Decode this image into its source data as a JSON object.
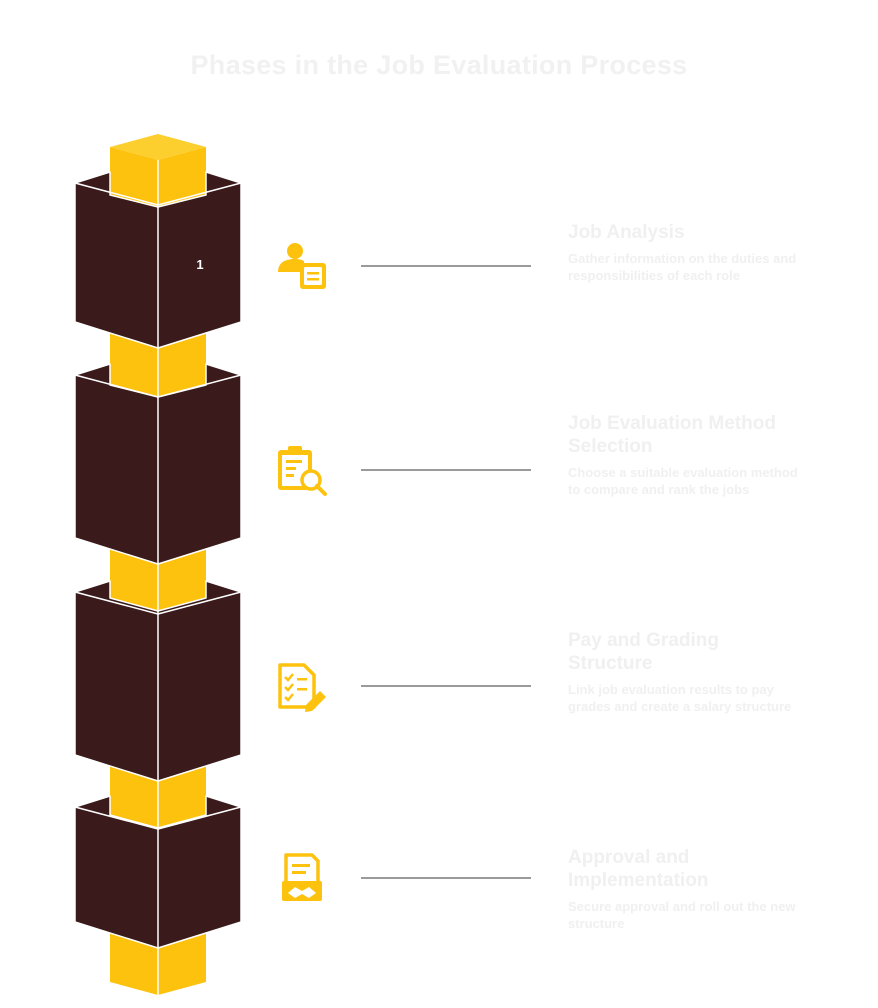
{
  "title": "Phases in the Job Evaluation Process",
  "colors": {
    "box_dark": "#3a1a1b",
    "block_yellow": "#fdc20e",
    "block_yellow_top": "#fdcf2e",
    "icon": "#fdc20e",
    "connector": "#9a9a9a"
  },
  "steps": [
    {
      "number": "1",
      "icon": "user-document-icon",
      "title": "Job Analysis",
      "description": "Gather information on the duties and responsibilities of each role"
    },
    {
      "number": "",
      "icon": "clipboard-search-icon",
      "title": "Job Evaluation Method Selection",
      "description": "Choose a suitable evaluation method to compare and rank the jobs"
    },
    {
      "number": "",
      "icon": "checklist-edit-icon",
      "title": "Pay and Grading Structure",
      "description": "Link job evaluation results to pay grades and create a salary structure"
    },
    {
      "number": "",
      "icon": "agreement-document-icon",
      "title": "Approval and Implementation",
      "description": "Secure approval and roll out the new structure"
    }
  ]
}
